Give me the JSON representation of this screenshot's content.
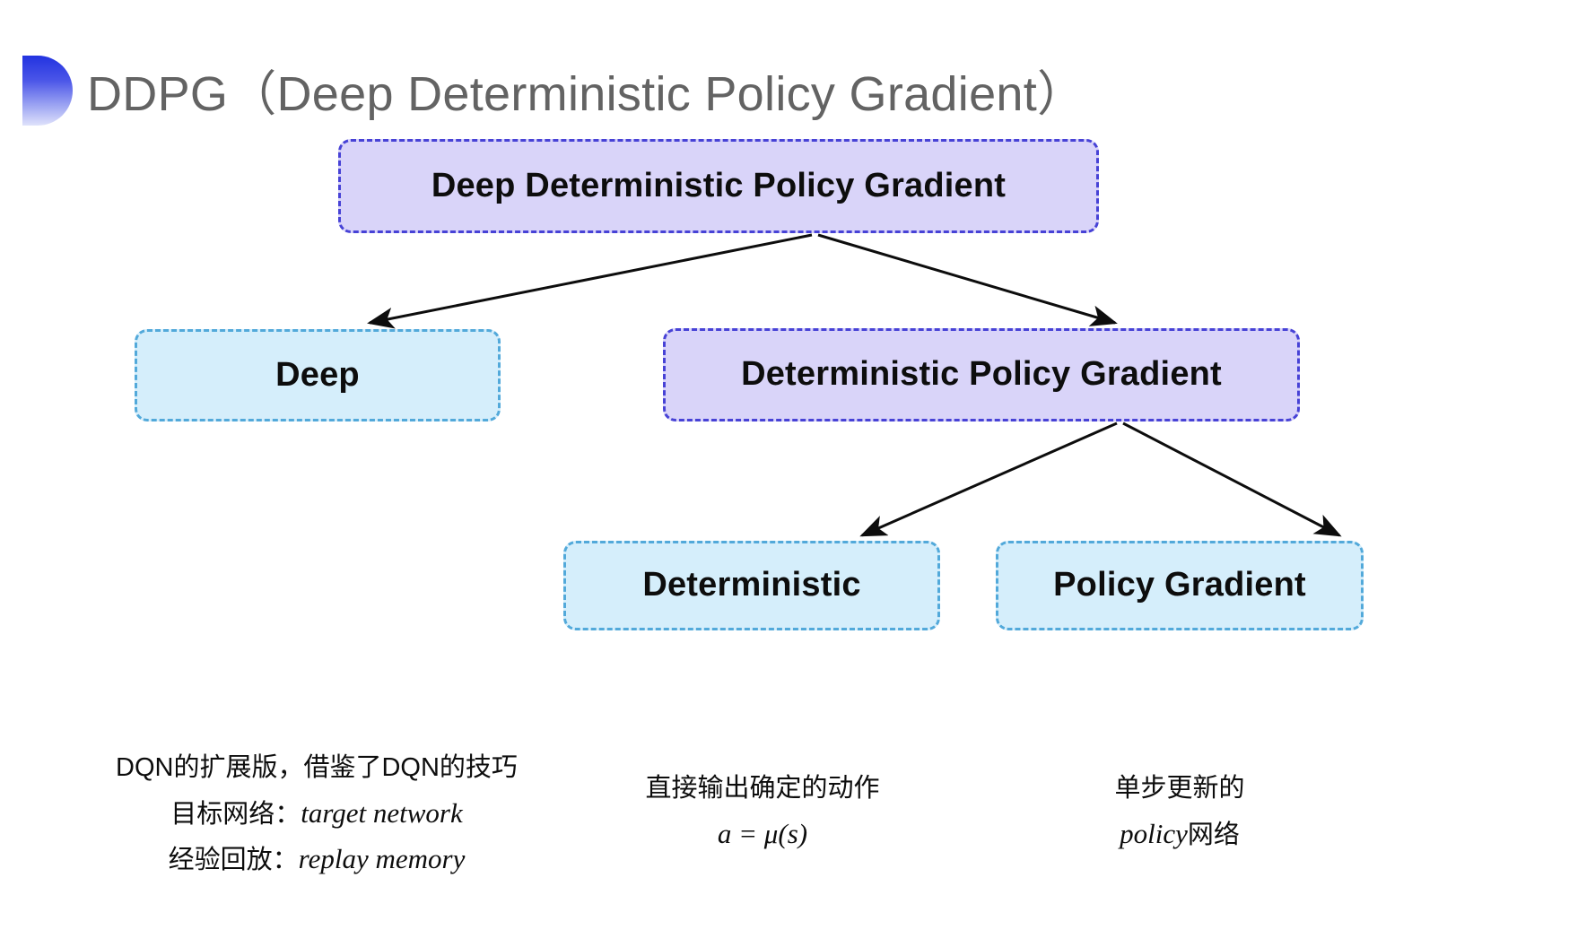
{
  "slide": {
    "title": "DDPG（Deep Deterministic Policy Gradient）",
    "background_color": "#ffffff",
    "title_color": "#636363",
    "bullet_gradient_from": "#2233e0",
    "bullet_gradient_to": "#dfe2fb"
  },
  "diagram": {
    "type": "tree",
    "nodes": {
      "root": {
        "label": "Deep Deterministic Policy Gradient",
        "fill": "#d9d4f9",
        "border": "#4742d6",
        "style": "dashed"
      },
      "deep": {
        "label": "Deep",
        "fill": "#d5eefb",
        "border": "#52a9da",
        "style": "dashed"
      },
      "dpg": {
        "label": "Deterministic Policy Gradient",
        "fill": "#d9d4f9",
        "border": "#4742d6",
        "style": "dashed"
      },
      "deterministic": {
        "label": "Deterministic",
        "fill": "#d5eefb",
        "border": "#52a9da",
        "style": "dashed"
      },
      "policy_gradient": {
        "label": "Policy Gradient",
        "fill": "#d5eefb",
        "border": "#52a9da",
        "style": "dashed"
      }
    },
    "edges": [
      {
        "from": "root",
        "to": "deep"
      },
      {
        "from": "root",
        "to": "dpg"
      },
      {
        "from": "dpg",
        "to": "deterministic"
      },
      {
        "from": "dpg",
        "to": "policy_gradient"
      }
    ],
    "edge_color": "#0d0d0d"
  },
  "annotations": {
    "left": {
      "line1": "DQN的扩展版，借鉴了DQN的技巧",
      "line2_label": "目标网络：",
      "line2_term": "target network",
      "line3_label": "经验回放：",
      "line3_term": "replay memory"
    },
    "middle": {
      "line1": "直接输出确定的动作",
      "line2": "a = μ(s)"
    },
    "right": {
      "line1": "单步更新的",
      "line2_term": "policy",
      "line2_tail": "网络"
    }
  }
}
